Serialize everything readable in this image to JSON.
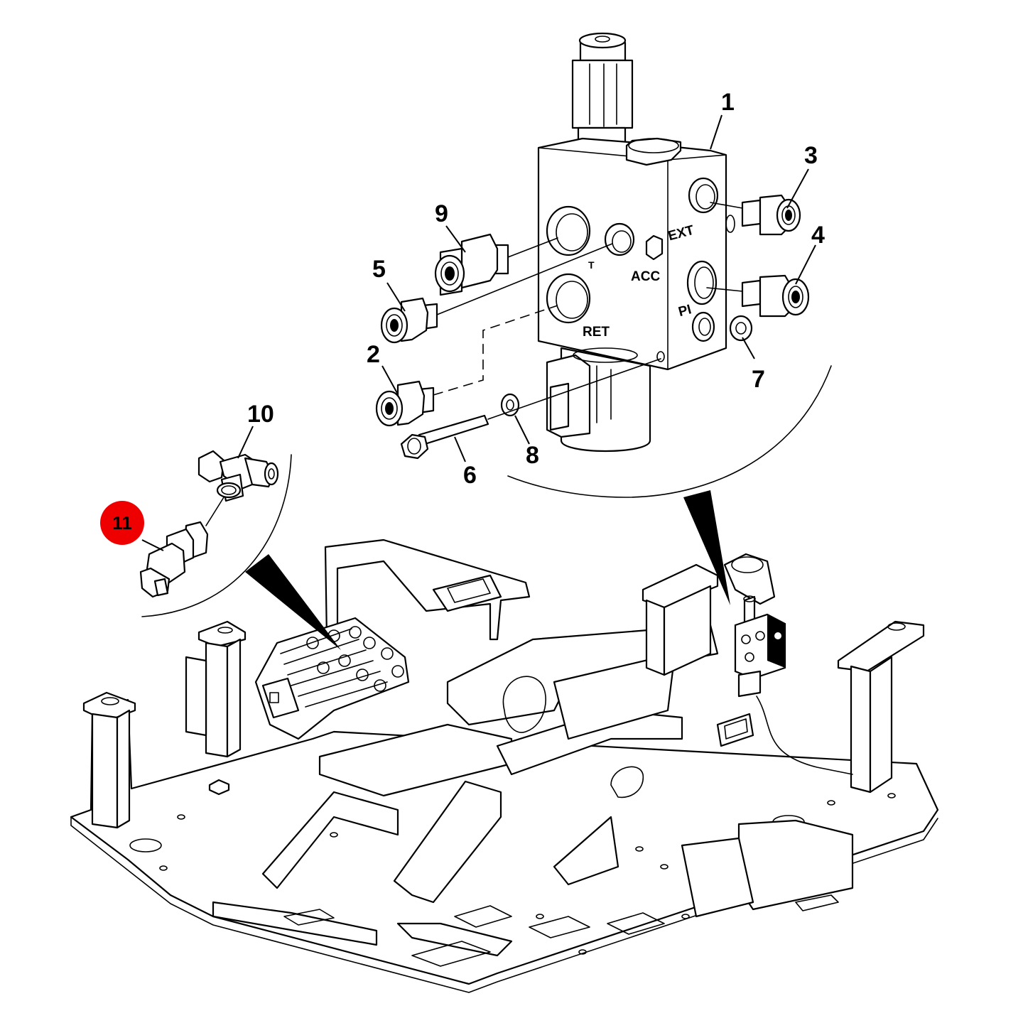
{
  "callouts": {
    "c1": "1",
    "c2": "2",
    "c3": "3",
    "c4": "4",
    "c5": "5",
    "c6": "6",
    "c7": "7",
    "c8": "8",
    "c9": "9",
    "c10": "10",
    "c11": "11"
  },
  "port_labels": {
    "ext": "EXT",
    "acc": "ACC",
    "ret": "RET",
    "pi": "PI",
    "t": "T"
  },
  "highlight": {
    "callout": "11",
    "color": "#ee0000"
  }
}
